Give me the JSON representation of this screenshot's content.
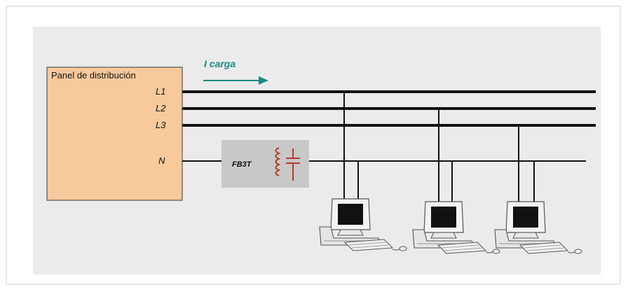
{
  "panel": {
    "title": "Panel de distribución",
    "lines": [
      "L1",
      "L2",
      "L3",
      "N"
    ]
  },
  "current_indicator": {
    "label": "I carga"
  },
  "filter": {
    "label": "FB3T"
  },
  "loads": [
    "computer-1",
    "computer-2",
    "computer-3"
  ],
  "colors": {
    "background": "#ebebeb",
    "panel_fill": "#f8c99b",
    "current_arrow": "#1a8a85",
    "filter_box": "#c8c8c8",
    "filter_symbol": "#b33a2a"
  }
}
